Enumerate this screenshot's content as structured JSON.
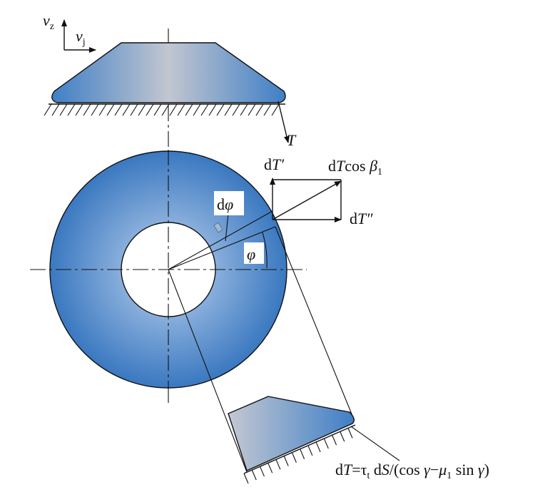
{
  "labels": {
    "vz_main": "v",
    "vz_sub": "z",
    "vj_main": "v",
    "vj_sub": "j",
    "T": "T",
    "dTprime_d": "d",
    "dTprime_T": "T′",
    "dTcos_d": "d",
    "dTcos_T": "T",
    "dTcos_rest": "cos ",
    "dTcos_beta": "β",
    "dTcos_sub": "1",
    "dTdprime_d": "d",
    "dTdprime_T": "T″",
    "dphi_d": "d",
    "dphi_phi": "φ",
    "phi": "φ",
    "formula_d": "d",
    "formula_T": "T",
    "formula_eq": "=τ",
    "formula_tsub": "t",
    "formula_dS": " d",
    "formula_S": "S",
    "formula_open": "/(cos ",
    "formula_gamma1": "γ",
    "formula_minus": "−",
    "formula_mu": "μ",
    "formula_musub": "1",
    "formula_sin": " sin ",
    "formula_gamma2": "γ",
    "formula_close": ")"
  },
  "colors": {
    "fill_blue": "#4a86c8",
    "fill_grey": "#c9cdd6",
    "line": "#111111"
  }
}
